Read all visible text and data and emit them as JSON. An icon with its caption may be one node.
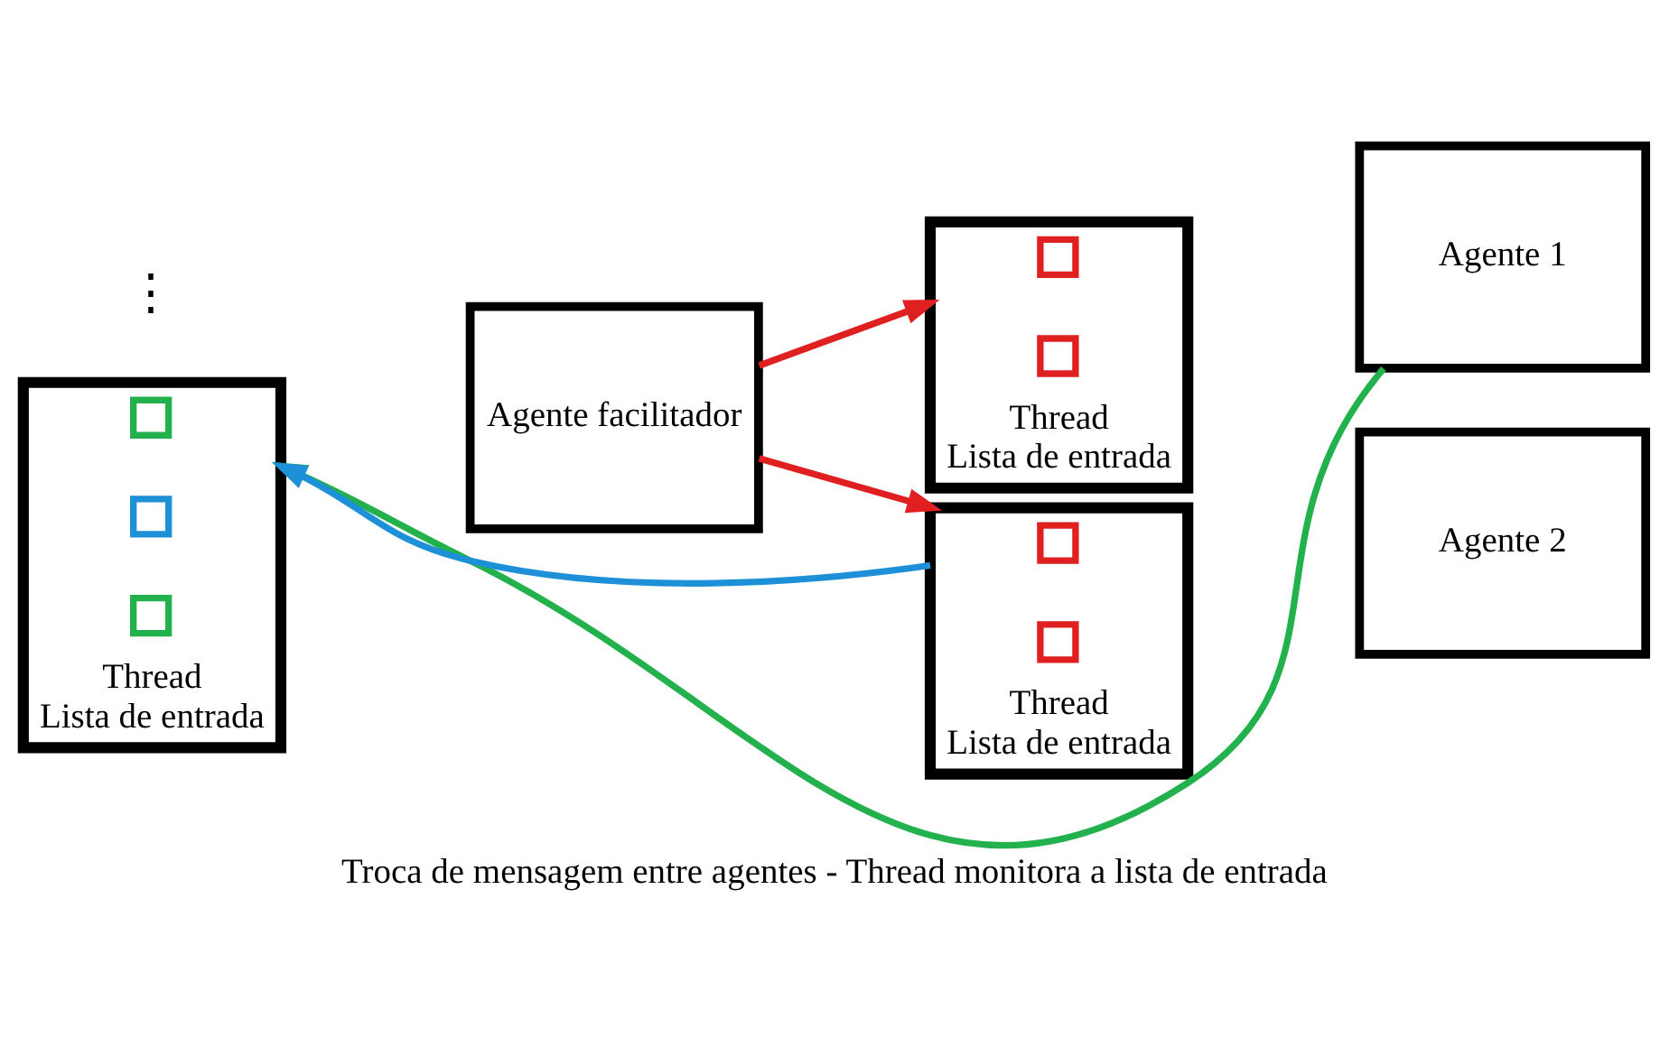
{
  "diagram": {
    "caption": "Troca de mensagem entre agentes - Thread monitora a lista de entrada",
    "nodes": [
      {
        "text": [
          "Agente facilitador"
        ]
      },
      {
        "text": [],
        "shape": "bar",
        "beside": [
          "Thread",
          "Lista de entrada"
        ]
      },
      {
        "text": [],
        "shape": "box",
        "in": 1
      },
      {
        "text": [],
        "shape": "box",
        "in": 1
      },
      {
        "text": [],
        "shape": "box",
        "in": 1
      },
      {
        "text": [
          "Agente 1"
        ]
      },
      {
        "text": [],
        "shape": "bar",
        "beside": [
          "Thread",
          "Lista de entrada"
        ]
      },
      {
        "text": [],
        "shape": "box",
        "in": 6
      },
      {
        "text": [],
        "shape": "box",
        "in": 6
      },
      {
        "text": [
          "Agente 2"
        ]
      },
      {
        "text": [],
        "shape": "bar",
        "beside": [
          "Thread",
          "Lista de entrada"
        ]
      },
      {
        "text": [],
        "shape": "box",
        "in": 10
      },
      {
        "text": [],
        "shape": "box",
        "in": 10
      }
    ],
    "edges": [
      {
        "from": 0,
        "to": 6,
        "arrow": "to",
        "color": "#e02020"
      },
      {
        "from": 0,
        "to": 10,
        "arrow": "to",
        "color": "#e02020"
      },
      {
        "from": 5,
        "to": 1,
        "arrow": "to",
        "color": "#22b14c"
      },
      {
        "from": 10,
        "to": 1,
        "arrow": "to",
        "color": "#1e90d8"
      }
    ],
    "labels": [
      "⋮"
    ]
  }
}
